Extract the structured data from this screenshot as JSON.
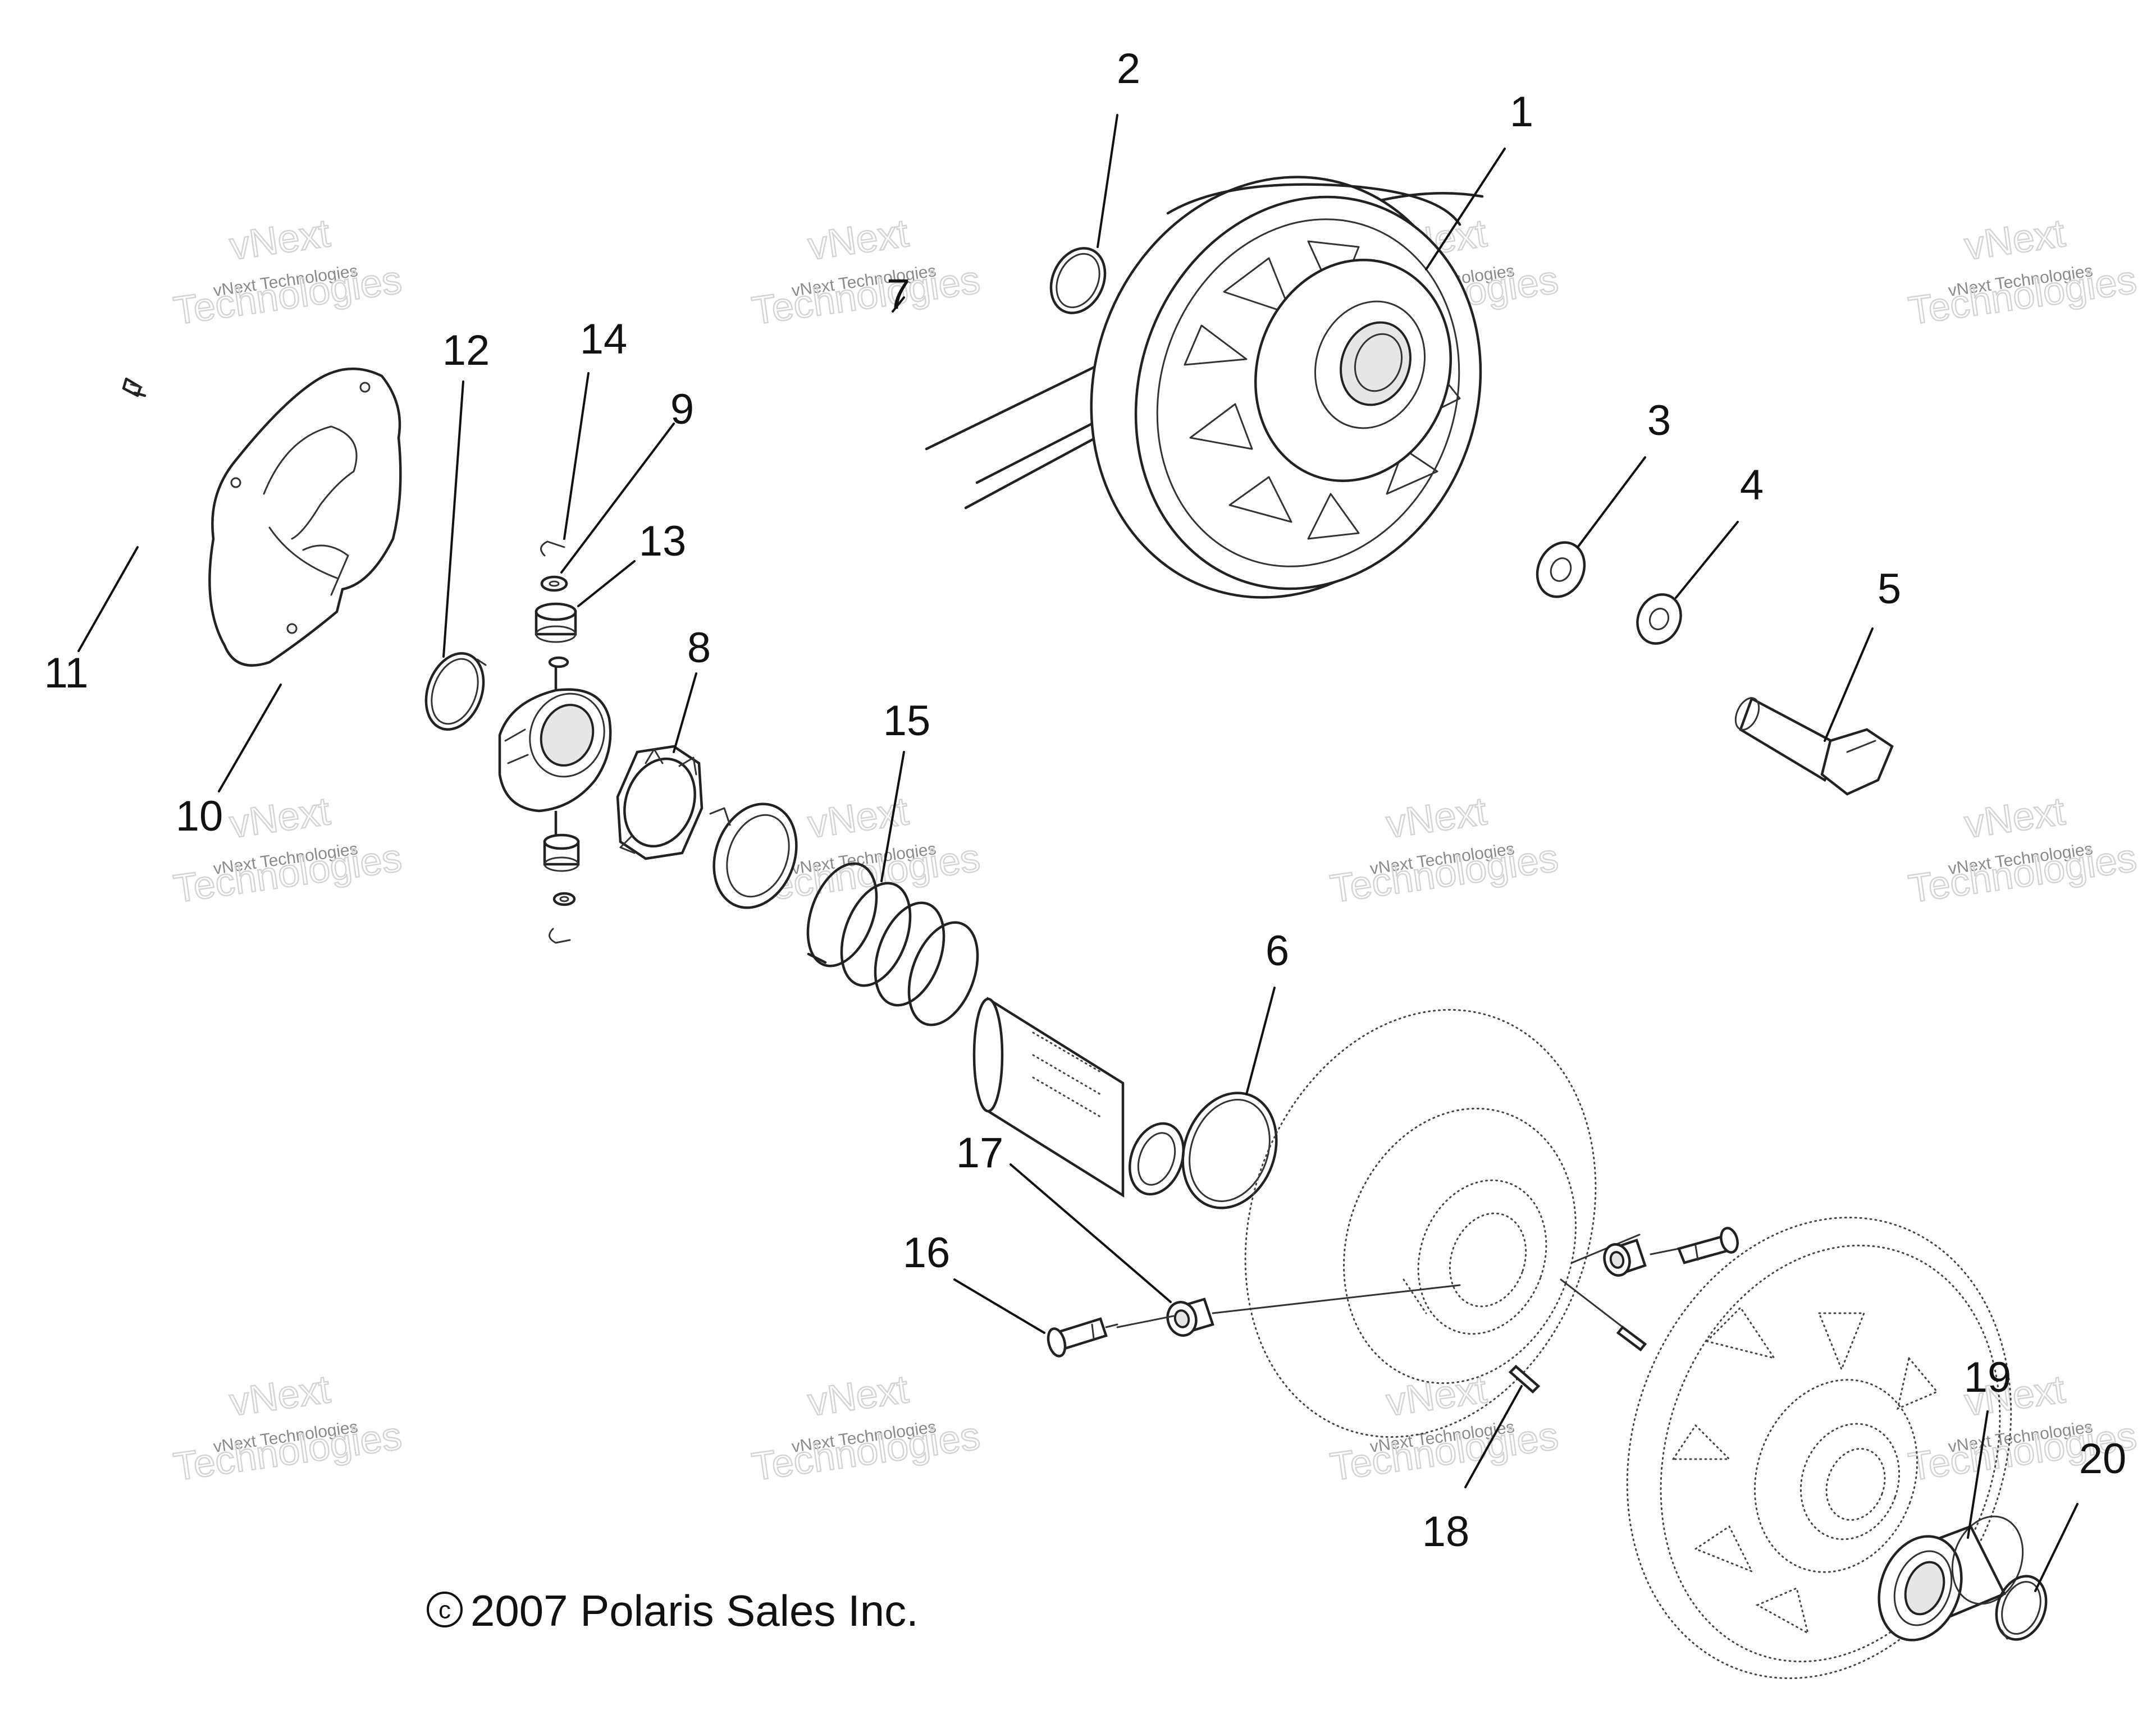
{
  "callouts": {
    "c1": "1",
    "c2": "2",
    "c3": "3",
    "c4": "4",
    "c5": "5",
    "c6": "6",
    "c7": "7",
    "c8": "8",
    "c9": "9",
    "c10": "10",
    "c11": "11",
    "c12": "12",
    "c13": "13",
    "c14": "14",
    "c15": "15",
    "c16": "16",
    "c17": "17",
    "c18": "18",
    "c19": "19",
    "c20": "20"
  },
  "copyright": "2007 Polaris Sales Inc.",
  "copyright_symbol": "c",
  "watermark": {
    "line1": "vNext",
    "line2": "vNext Technologies",
    "line3": "Technologies"
  }
}
